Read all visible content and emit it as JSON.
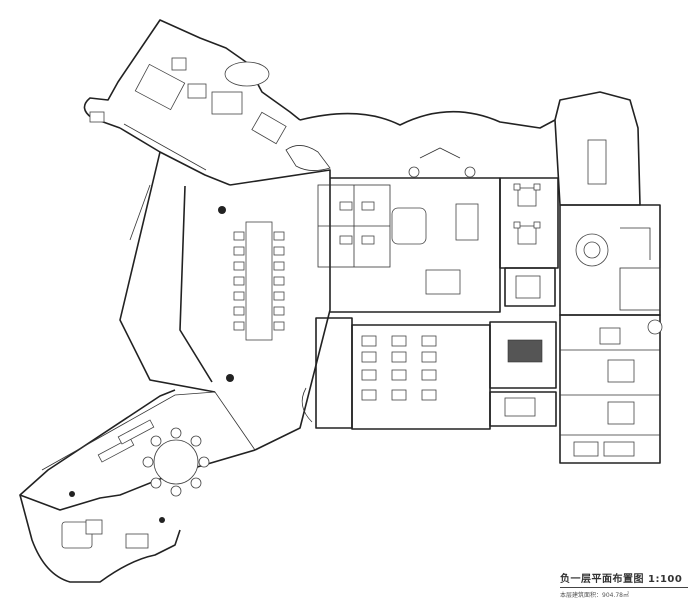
{
  "title_block": {
    "title": "负一层平面布置图",
    "scale": "1:100",
    "area_note": "本层建筑面积：904.78㎡"
  },
  "colors": {
    "line": "#222222",
    "background": "#ffffff"
  }
}
